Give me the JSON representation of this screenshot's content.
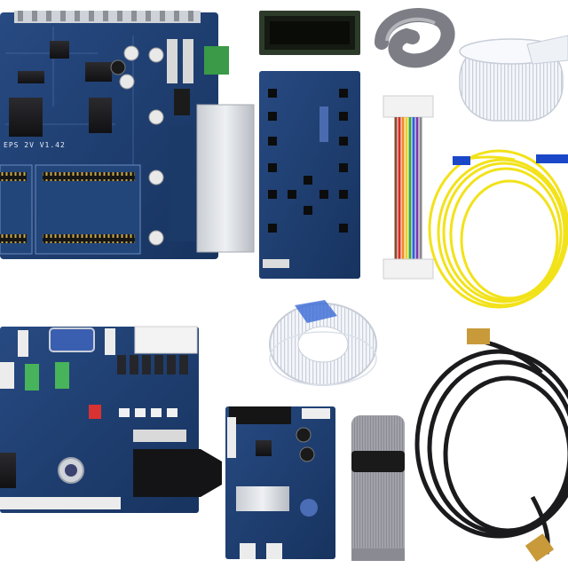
{
  "image": {
    "alt_items": [
      "main-control-board",
      "lcd-display-module",
      "keypad-control-board",
      "gray-ribbon-cable-roll",
      "white-flat-flex-cable-roll",
      "rainbow-wire-harness",
      "yellow-fiber-optic-cable",
      "carriage-head-board",
      "white-flat-flex-cable-coil",
      "small-driver-board",
      "gray-ribbon-cable-folded",
      "black-network-cable"
    ],
    "silkscreen_text": "EPS 2V V1.42",
    "colors": {
      "pcb_blue": "#1f3f73",
      "pcb_dark": "#142b52",
      "fiber_yellow": "#f2e21a",
      "cable_black": "#1b1b1d",
      "ribbon_gray": "#9a9aa2",
      "flex_white": "#eef2f7"
    }
  }
}
